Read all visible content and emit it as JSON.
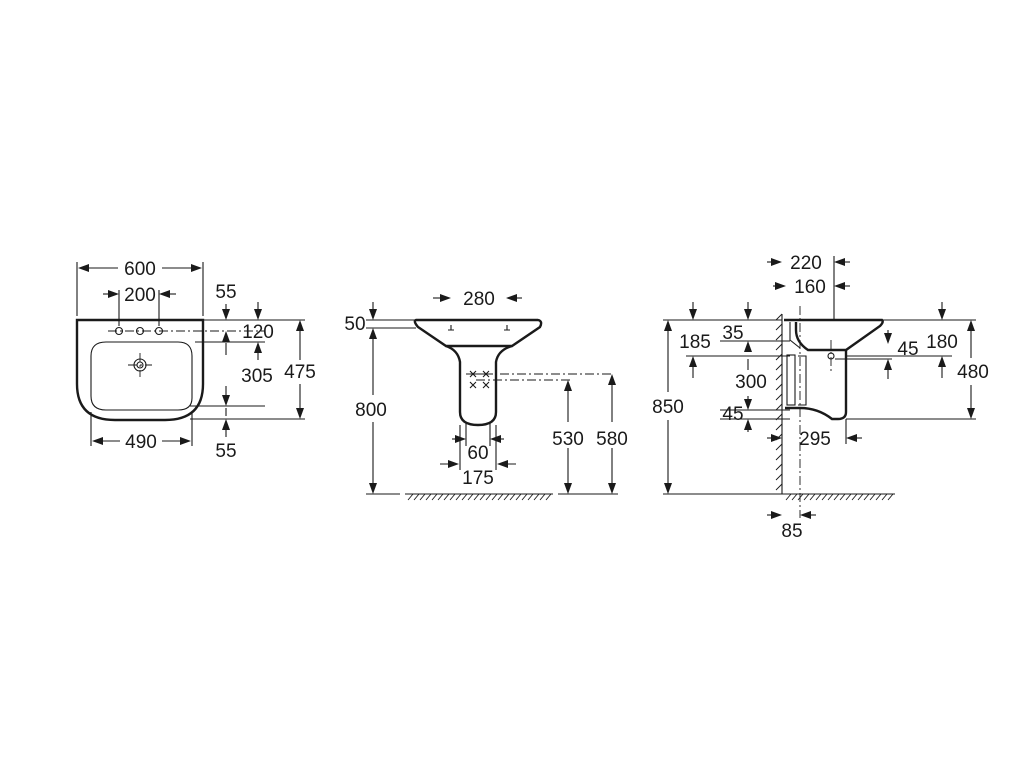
{
  "front_view": {
    "width_overall": "600",
    "tap_spacing": "200",
    "top_offset": "55",
    "to_tap_row": "120",
    "bowl_depth": "305",
    "height_overall": "475",
    "bowl_width": "490",
    "bottom_offset": "55"
  },
  "pedestal_view": {
    "top_width": "280",
    "rim_thickness": "50",
    "rim_height": "800",
    "waste_height": "530",
    "supply_height": "580",
    "waste_spacing": "60",
    "pedestal_width": "175"
  },
  "side_view": {
    "projection_220": "220",
    "projection_160": "160",
    "rim_drop_185": "185",
    "offset_35": "35",
    "depth_180": "180",
    "offset_45_right": "45",
    "gap_300": "300",
    "height_480": "480",
    "height_850": "850",
    "offset_45_left": "45",
    "depth_295": "295",
    "wall_85": "85"
  }
}
